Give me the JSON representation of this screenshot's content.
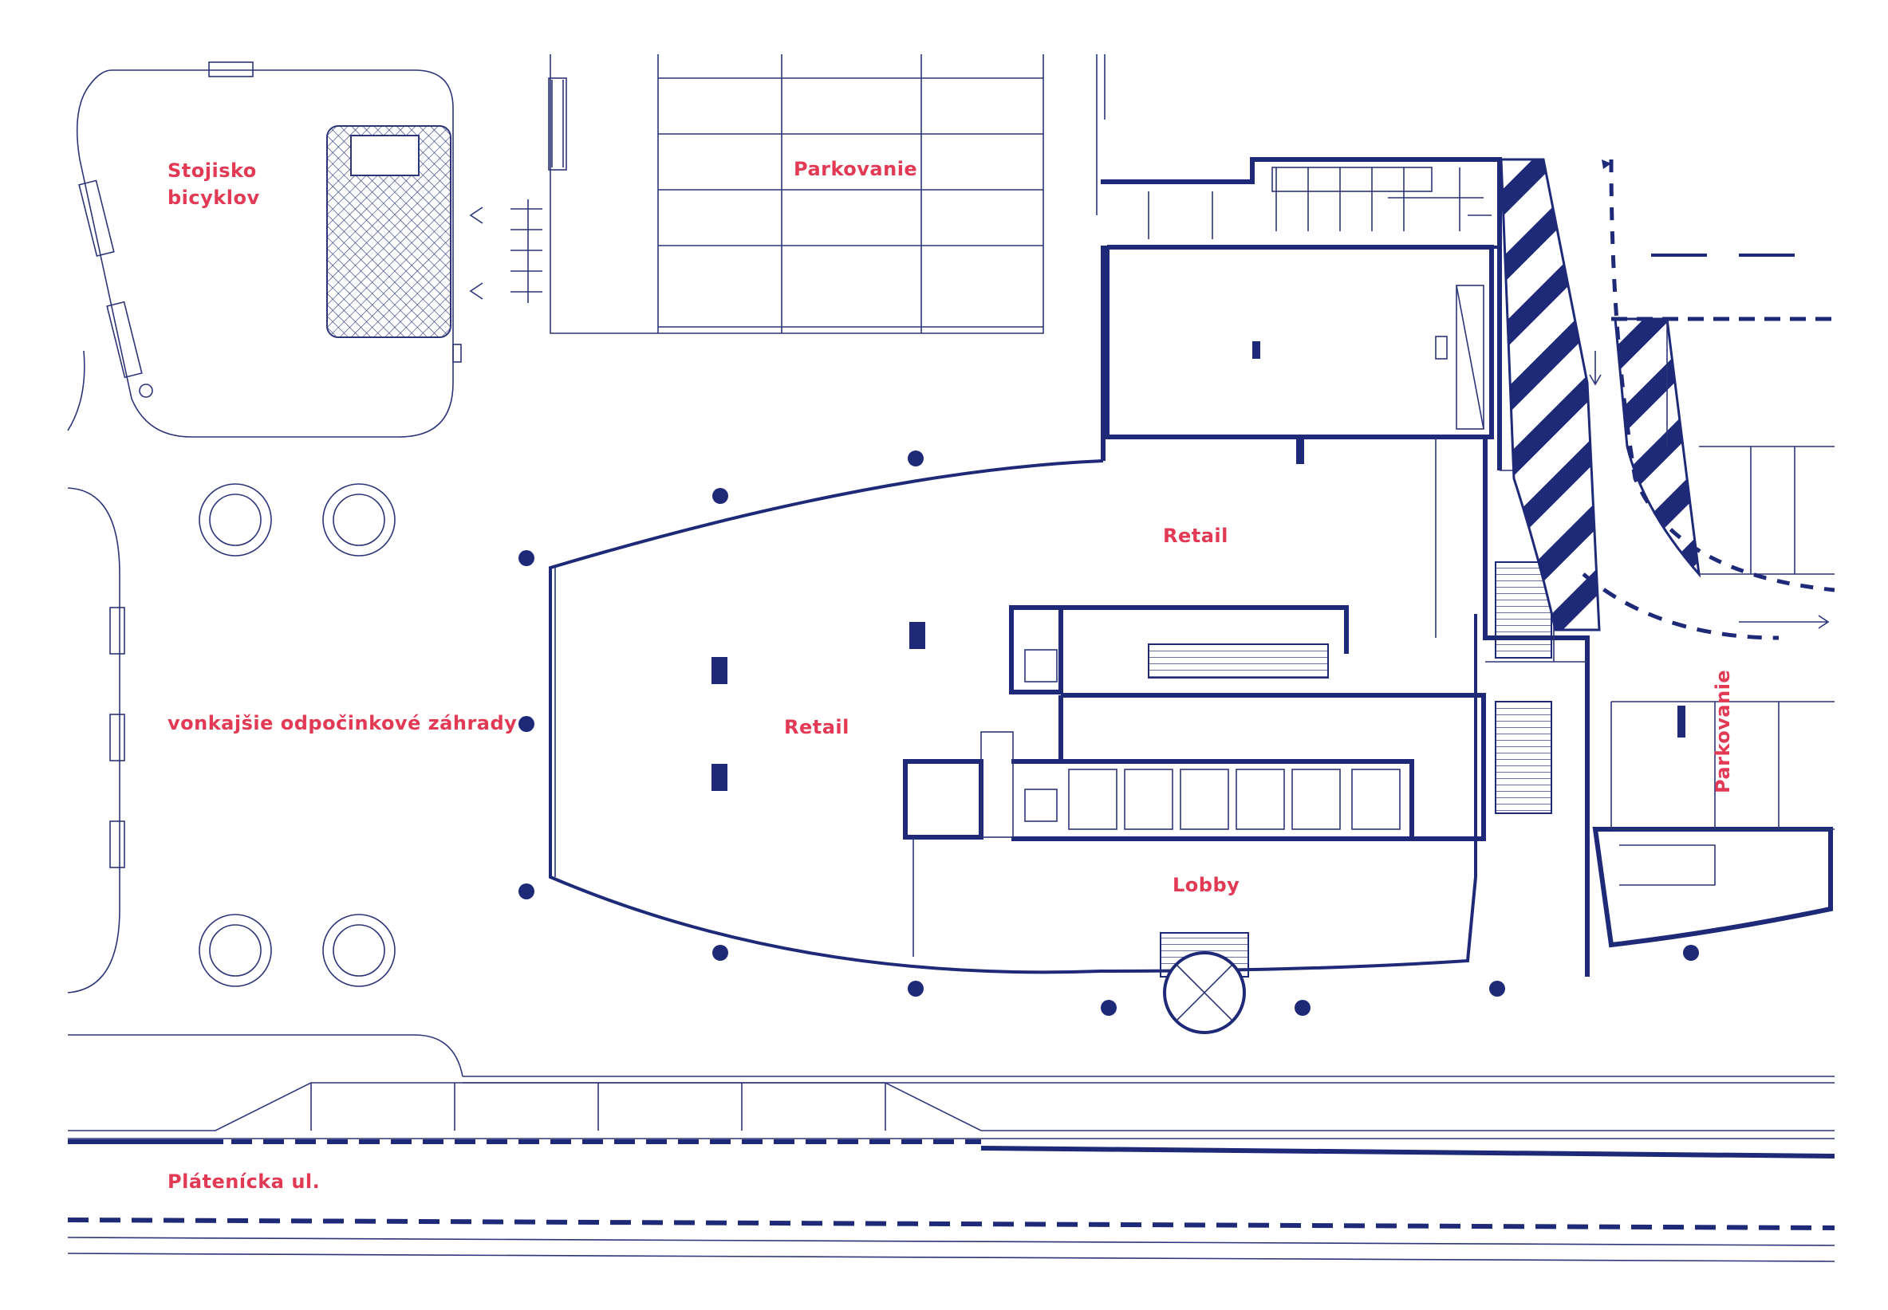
{
  "colors": {
    "line": "#2c3577",
    "wall": "#1e2a78",
    "label": "#e23a55",
    "background": "#ffffff"
  },
  "labels": {
    "bike_parking": [
      "Stojisko",
      "bicyklov"
    ],
    "parking_top": "Parkovanie",
    "parking_right": "Parkovanie",
    "retail_upper": "Retail",
    "retail_main": "Retail",
    "lobby": "Lobby",
    "gardens": "vonkajšie odpočinkové záhrady",
    "street": "Plátenícka ul."
  }
}
